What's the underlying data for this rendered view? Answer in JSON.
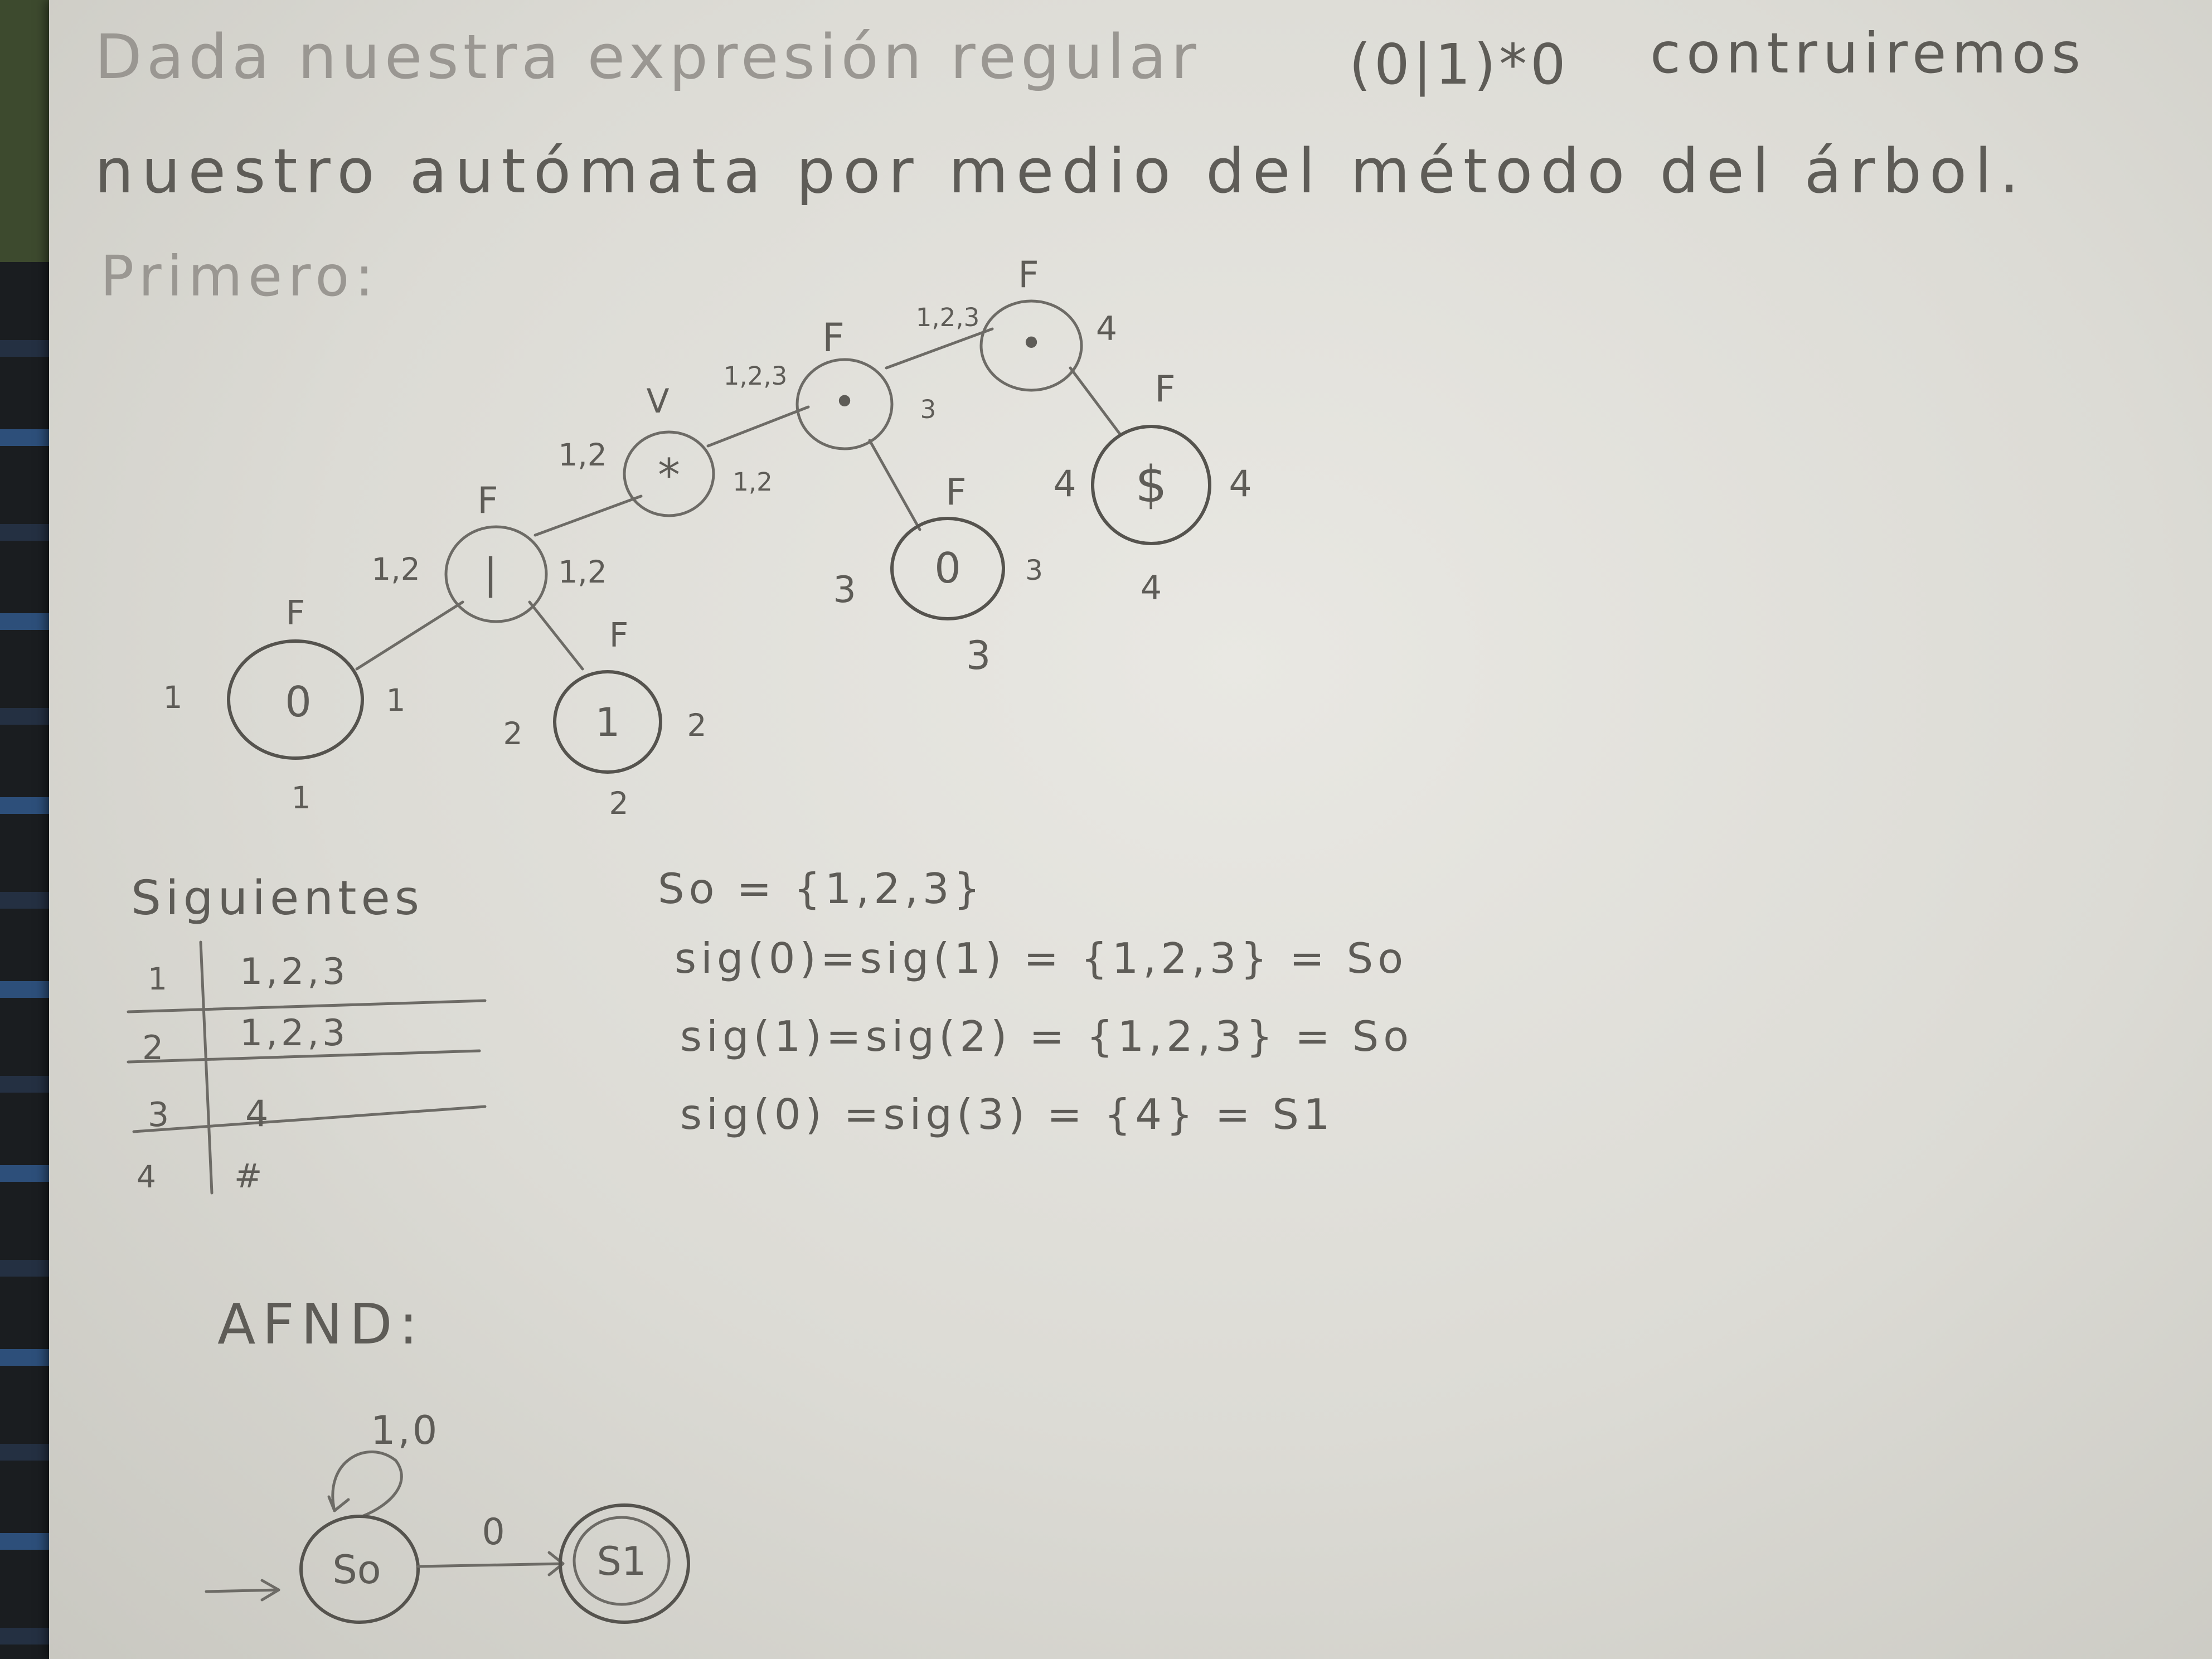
{
  "intro": {
    "line1_a": "Dada nuestra expresión regular",
    "regex": "(0|1)*0",
    "line1_b": "contruiremos",
    "line2": "nuestro autómata por medio del método del árbol.",
    "first": "Primero:"
  },
  "tree": {
    "nodes": [
      {
        "id": "concat_top",
        "symbol": "•",
        "nullable": "F",
        "first": "1,2,3",
        "last": "4"
      },
      {
        "id": "concat_mid",
        "symbol": "•",
        "nullable": "F",
        "first": "1,2,3",
        "last": "3"
      },
      {
        "id": "star",
        "symbol": "*",
        "nullable": "V",
        "first": "1,2",
        "last": "1,2"
      },
      {
        "id": "or",
        "symbol": "|",
        "nullable": "F",
        "first": "1,2",
        "last": "1,2"
      },
      {
        "id": "leaf0",
        "symbol": "0",
        "nullable": "F",
        "first": "1",
        "last": "1",
        "pos": "1"
      },
      {
        "id": "leaf1",
        "symbol": "1",
        "nullable": "F",
        "first": "2",
        "last": "2",
        "pos": "2"
      },
      {
        "id": "leaf0b",
        "symbol": "0",
        "nullable": "F",
        "first": "3",
        "last": "3",
        "pos": "3"
      },
      {
        "id": "end",
        "symbol": "$",
        "nullable": "F",
        "first": "4",
        "last": "4",
        "pos": "4"
      }
    ]
  },
  "followpos": {
    "title": "Siguientes",
    "rows": [
      {
        "pos": "1",
        "next": "1,2,3"
      },
      {
        "pos": "2",
        "next": "1,2,3"
      },
      {
        "pos": "3",
        "next": "4"
      },
      {
        "pos": "4",
        "next": "#"
      }
    ]
  },
  "states": [
    "So = {1,2,3}",
    "sig(0)=sig(1) = {1,2,3} = So",
    "sig(1)=sig(2) = {1,2,3} = So",
    "sig(0) =sig(3) = {4} = S1"
  ],
  "automaton": {
    "title": "AFND:",
    "loop_label": "1,0",
    "edge_label": "0",
    "start_state": "So",
    "final_state": "S1"
  }
}
